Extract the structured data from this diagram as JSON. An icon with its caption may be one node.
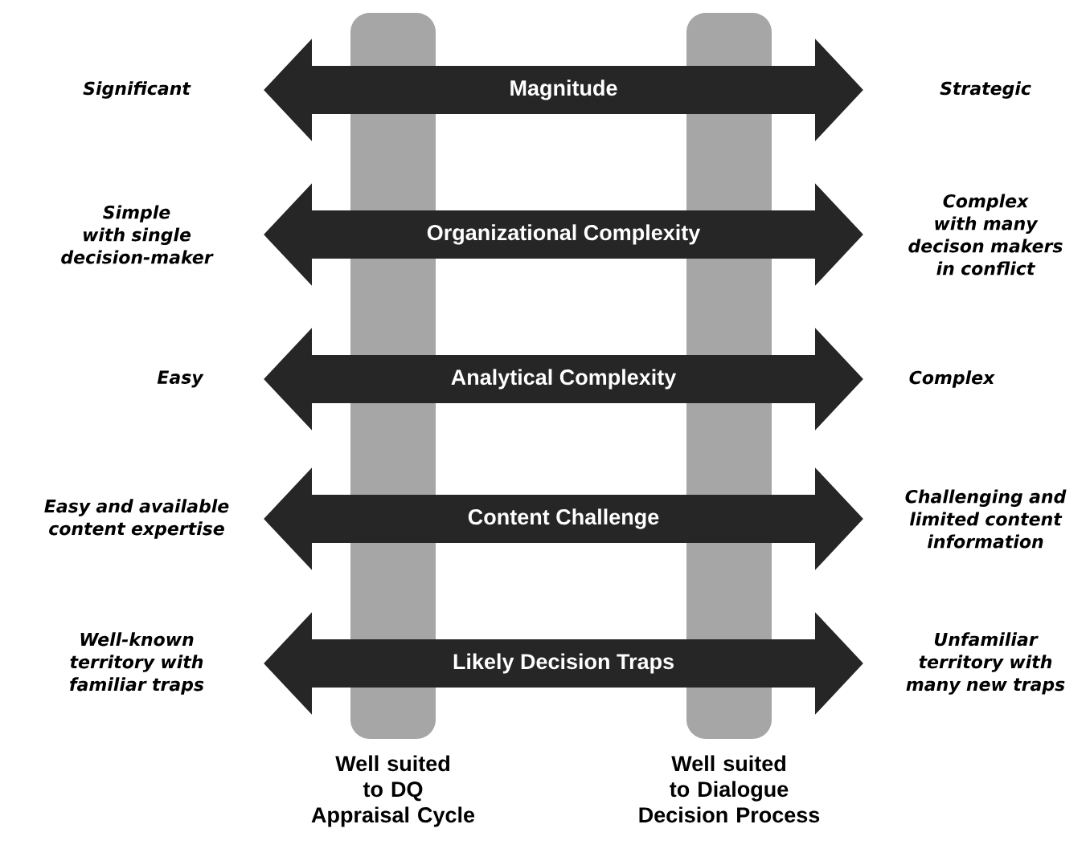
{
  "diagram": {
    "nodes": [
      {
        "text": [
          "Significant"
        ]
      },
      {
        "text": [
          "Strategic"
        ]
      },
      {
        "text": [
          "Simple with single decision-maker"
        ]
      },
      {
        "text": [
          "Complex with many decison makers in conflict"
        ]
      },
      {
        "text": [
          "Easy"
        ]
      },
      {
        "text": [
          "Complex"
        ]
      },
      {
        "text": [
          "Easy and available content expertise"
        ]
      },
      {
        "text": [
          "Challenging and limited content information"
        ]
      },
      {
        "text": [
          "Well-known territory with familiar traps"
        ]
      },
      {
        "text": [
          "Unfamiliar territory with many new traps"
        ]
      }
    ],
    "edges": [
      {
        "from": 0,
        "to": 1,
        "arrow": "both",
        "label": "Magnitude"
      },
      {
        "from": 2,
        "to": 3,
        "arrow": "both",
        "label": "Organizational Complexity"
      },
      {
        "from": 4,
        "to": 5,
        "arrow": "both",
        "label": "Analytical Complexity"
      },
      {
        "from": 6,
        "to": 7,
        "arrow": "both",
        "label": "Content Challenge"
      },
      {
        "from": 8,
        "to": 9,
        "arrow": "both",
        "label": "Likely Decision Traps"
      }
    ],
    "labels": [
      "Well suited to DQ Appraisal Cycle",
      "Well suited to Dialogue Decision Process"
    ]
  }
}
